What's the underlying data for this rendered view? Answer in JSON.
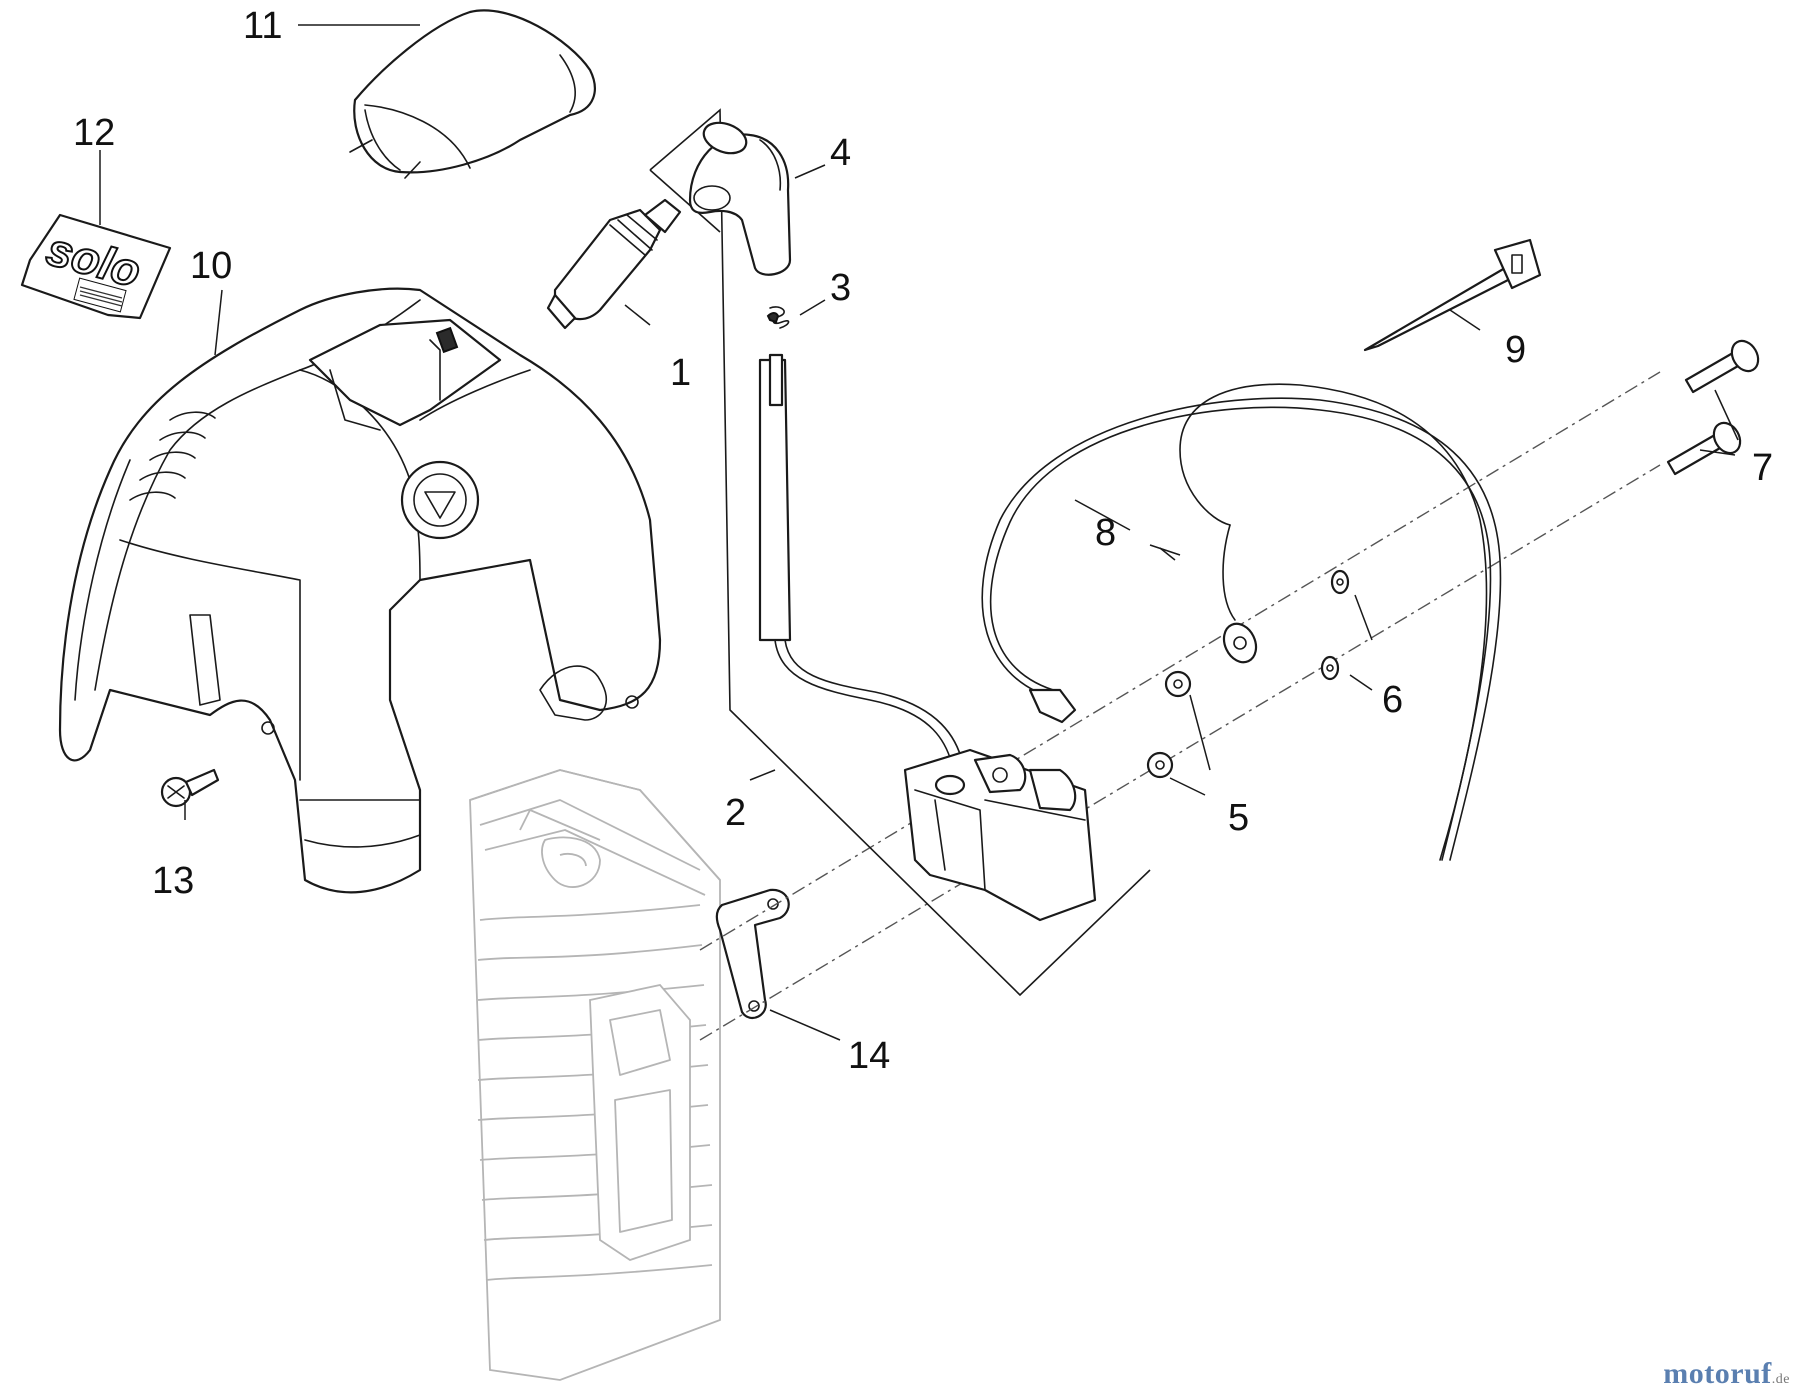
{
  "callouts": [
    {
      "id": "1",
      "label": "1"
    },
    {
      "id": "2",
      "label": "2"
    },
    {
      "id": "3",
      "label": "3"
    },
    {
      "id": "4",
      "label": "4"
    },
    {
      "id": "5",
      "label": "5"
    },
    {
      "id": "6",
      "label": "6"
    },
    {
      "id": "7",
      "label": "7"
    },
    {
      "id": "8",
      "label": "8"
    },
    {
      "id": "9",
      "label": "9"
    },
    {
      "id": "10",
      "label": "10"
    },
    {
      "id": "11",
      "label": "11"
    },
    {
      "id": "12",
      "label": "12"
    },
    {
      "id": "13",
      "label": "13"
    },
    {
      "id": "14",
      "label": "14"
    }
  ],
  "decal": {
    "brand": "solo"
  },
  "watermark": {
    "name": "motoruf",
    "suffix": ".de"
  },
  "colors": {
    "line": "#1a1a1a",
    "ghost": "#b5b5b5",
    "watermark": "#5a7fb0"
  }
}
